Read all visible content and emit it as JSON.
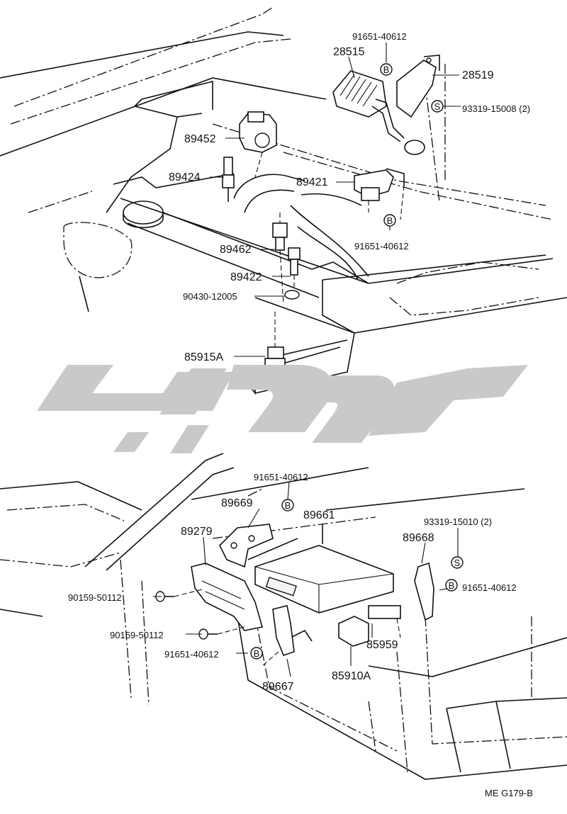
{
  "diagram": {
    "code": "ME G179-B",
    "watermark_text": "تعمیرکاران"
  },
  "labels": {
    "p91651_top": "91651-40612",
    "p28515": "28515",
    "p28519": "28519",
    "p93319_15008": "93319-15008 (2)",
    "p89452": "89452",
    "p89424": "89424",
    "p89421": "89421",
    "p91651_mid": "91651-40612",
    "p89462": "89462",
    "p89422": "89422",
    "p90430": "90430-12005",
    "p85915A": "85915A",
    "p91651_low": "91651-40612",
    "p89669": "89669",
    "p89661": "89661",
    "p89279": "89279",
    "p93319_15010": "93319-15010 (2)",
    "p89668": "89668",
    "p91651_right": "91651-40612",
    "p90159_a": "90159-50112",
    "p90159_b": "90159-50112",
    "p91651_bl": "91651-40612",
    "p85959": "85959",
    "p89667": "89667",
    "p85910A": "85910A"
  },
  "badges": {
    "b": "B",
    "s": "S"
  }
}
